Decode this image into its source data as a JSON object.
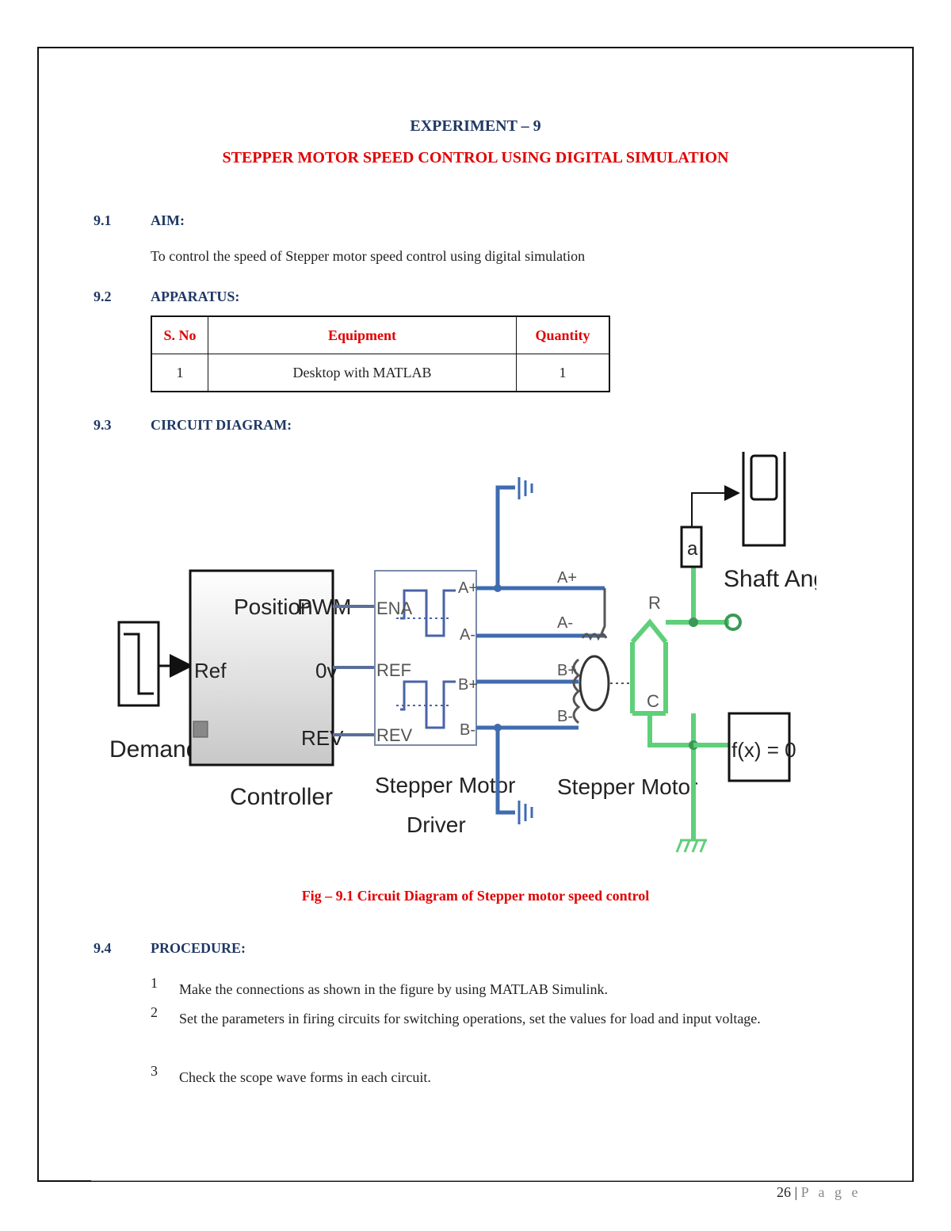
{
  "header": {
    "experiment": "EXPERIMENT – 9",
    "title": "STEPPER MOTOR SPEED CONTROL USING DIGITAL SIMULATION"
  },
  "aim": {
    "number": "9.1",
    "title": "AIM:",
    "text": "To control the speed of Stepper motor speed control using digital simulation"
  },
  "apparatus": {
    "number": "9.2",
    "title": "APPARATUS:",
    "headers": [
      "S. No",
      "Equipment",
      "Quantity"
    ],
    "rows": [
      [
        "1",
        "Desktop with MATLAB",
        "1"
      ]
    ]
  },
  "circuit": {
    "number": "9.3",
    "title": "CIRCUIT DIAGRAM:",
    "caption": "Fig – 9.1 Circuit Diagram of Stepper motor speed control",
    "labels": {
      "demand": "Demand",
      "controller": "Controller",
      "ref": "Ref",
      "position": "Position",
      "pwm": "PWM",
      "ov": "0v",
      "rev": "REV",
      "ena": "ENA",
      "drv_ref": "REF",
      "drv_rev": "REV",
      "a_plus": "A+",
      "a_minus": "A-",
      "b_plus": "B+",
      "b_minus": "B-",
      "driver_line1": "Stepper Motor",
      "driver_line2": "Driver",
      "motor": "Stepper Motor",
      "r": "R",
      "c": "C",
      "a_block": "a",
      "shaft_angle": "Shaft Angle",
      "fx": "f(x) = 0"
    }
  },
  "procedure": {
    "number": "9.4",
    "title": "PROCEDURE:",
    "steps": [
      {
        "n": "1",
        "text": "Make the connections as shown in the figure by using MATLAB Simulink."
      },
      {
        "n": "2",
        "text": "Set the parameters in firing circuits for switching operations, set the values for load and input voltage."
      },
      {
        "n": "3",
        "text": "Check the scope wave forms in each circuit."
      }
    ]
  },
  "footer": {
    "page": "26",
    "separator": "|",
    "page_word": "P a g e"
  },
  "colors": {
    "heading_blue": "#1f3864",
    "accent_red": "#e00000",
    "wire_blue": "#3f6bb0",
    "wire_green": "#5fcf7a"
  }
}
